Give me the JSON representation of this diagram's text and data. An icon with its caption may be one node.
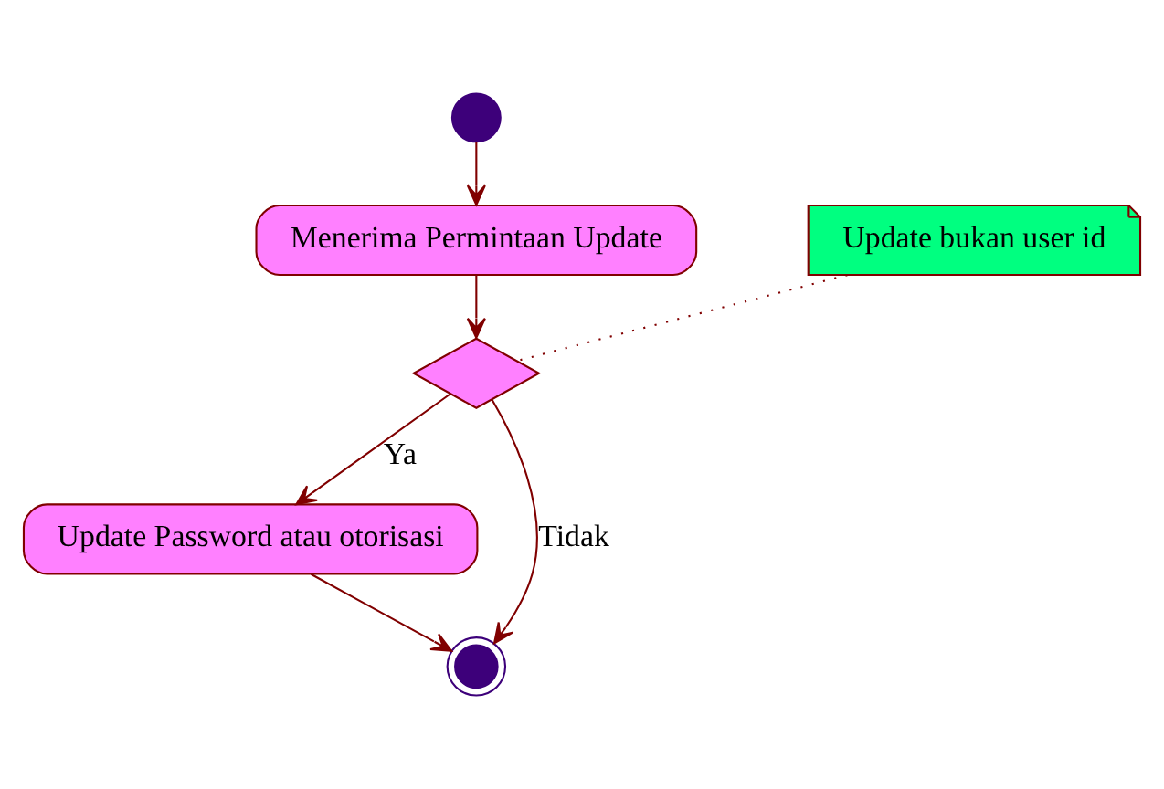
{
  "diagram": {
    "nodes": [
      {
        "text": [],
        "shape": "circle"
      },
      {
        "text": [
          "Menerima Permintaan Update"
        ]
      },
      {
        "text": [],
        "shape": "diamond"
      },
      {
        "text": [
          "Update Password atau otorisasi"
        ]
      },
      {
        "text": [],
        "shape": "circle"
      },
      {
        "text": [
          "Update bukan user id"
        ]
      }
    ],
    "edges": [
      {
        "from": 0,
        "to": 1,
        "arrow": "to"
      },
      {
        "from": 1,
        "to": 2,
        "arrow": "to"
      },
      {
        "from": 2,
        "to": 3,
        "arrow": "to",
        "label": "Ya"
      },
      {
        "from": 3,
        "to": 4,
        "arrow": "to"
      },
      {
        "from": 2,
        "to": 4,
        "arrow": "to",
        "label": "Tidak"
      },
      {
        "from": 5,
        "to": 2,
        "arrow": "none",
        "style": "dashed"
      }
    ]
  }
}
